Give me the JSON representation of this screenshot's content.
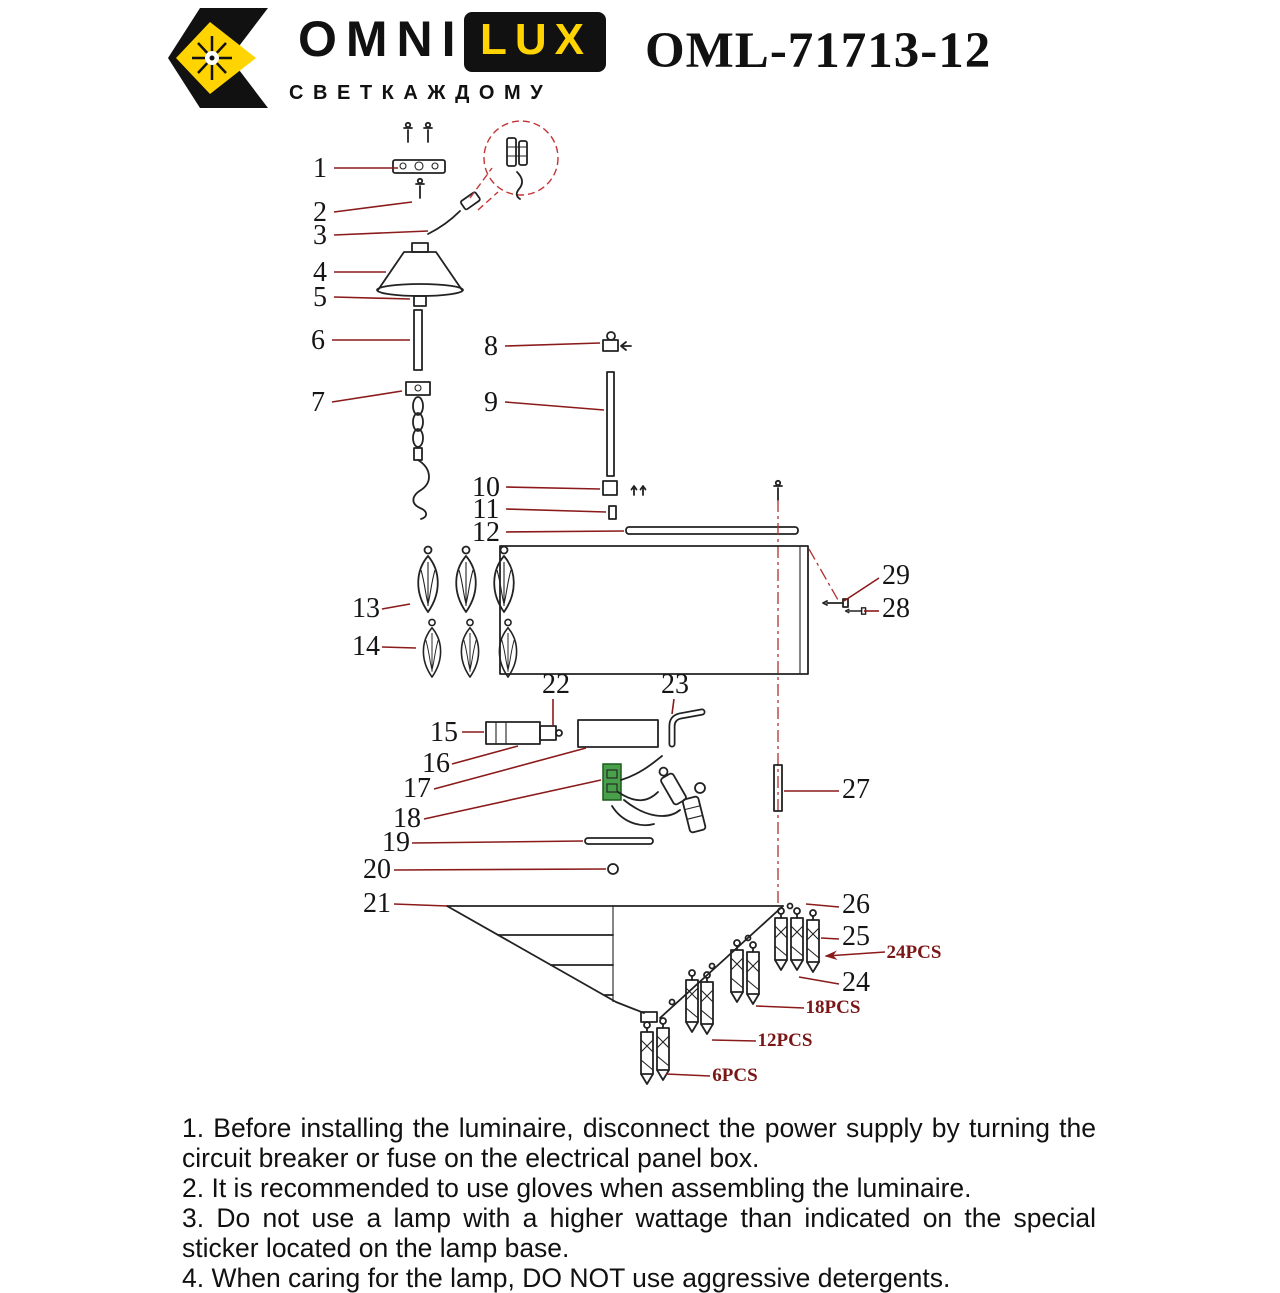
{
  "colors": {
    "accent_red": "#8b1a1a",
    "brand_yellow": "#ffd400",
    "ink": "#111111",
    "green_terminal": "#49a04b"
  },
  "header": {
    "brand_left": "OMNI",
    "brand_right": "LUX",
    "tagline": "С В Е Т   К А Ж Д О М У",
    "model": "OML-71713-12"
  },
  "diagram": {
    "part_numbers": [
      "1",
      "2",
      "3",
      "4",
      "5",
      "6",
      "7",
      "8",
      "9",
      "10",
      "11",
      "12",
      "13",
      "14",
      "15",
      "16",
      "17",
      "18",
      "19",
      "20",
      "21",
      "22",
      "23",
      "24",
      "25",
      "26",
      "27",
      "28",
      "29"
    ],
    "pcs_labels": [
      "24PCS",
      "18PCS",
      "12PCS",
      "6PCS"
    ]
  },
  "instructions": [
    "1. Before installing the luminaire, disconnect the power supply by turning the circuit breaker or fuse on the electrical panel box.",
    "2. It is recommended to use gloves when assembling the luminaire.",
    "3. Do not use a lamp with a higher wattage than indicated on the special sticker located on the lamp base.",
    "4. When caring for the lamp, DO NOT use aggressive detergents."
  ]
}
